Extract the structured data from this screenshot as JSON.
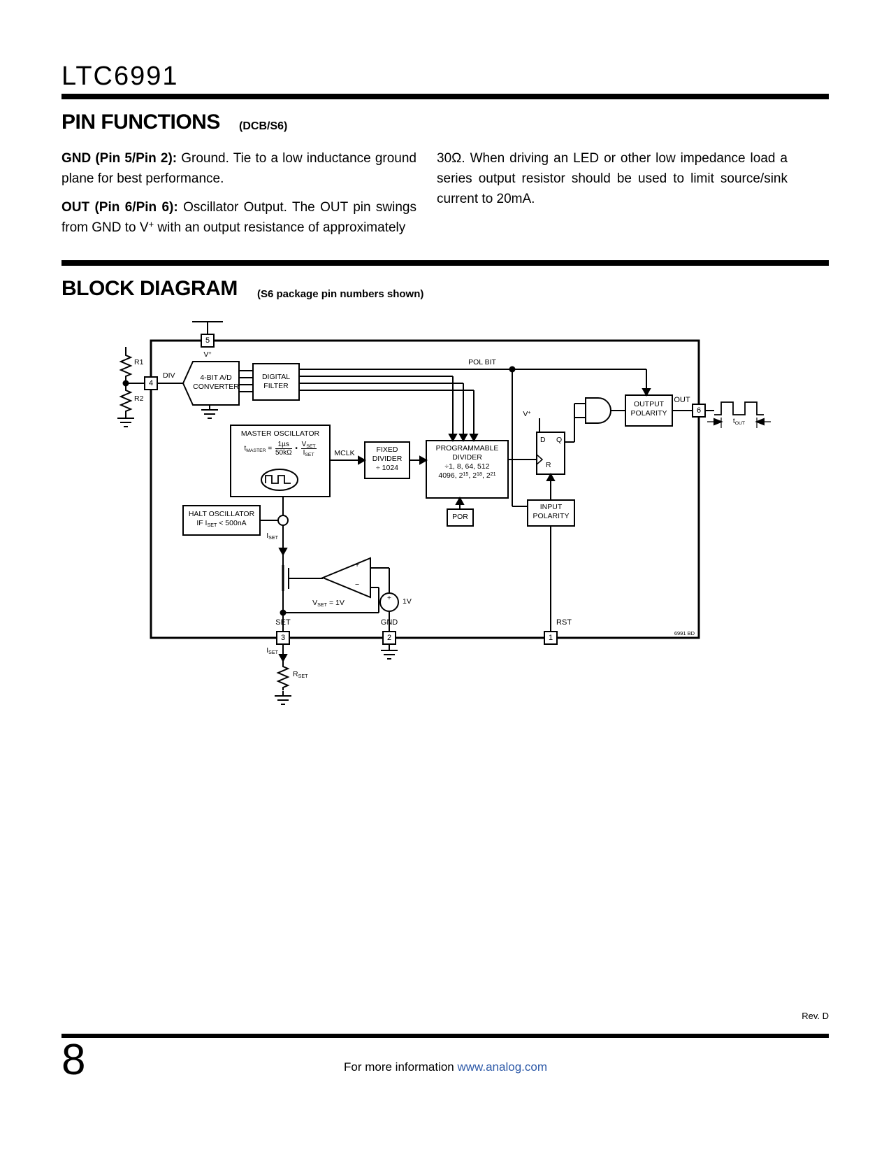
{
  "header": {
    "part": "LTC6991"
  },
  "pin_functions": {
    "title": "PIN FUNCTIONS",
    "pkg": "(DCB/S6)",
    "p1_lead": "GND (Pin 5/Pin 2):",
    "p1_text": " Ground. Tie to a low inductance ground plane for best performance.",
    "p2_lead": "OUT (Pin 6/Pin 6):",
    "p2_text1": " Oscillator Output. The OUT pin swings from GND to V",
    "p2_sup": "+",
    "p2_text2": " with an output resistance of approximately",
    "p3_text": "30Ω. When driving an LED or other low impedance load a series output resistor should be used to limit source/sink current to 20mA."
  },
  "block_diagram": {
    "title": "BLOCK DIAGRAM",
    "subtitle": "(S6 package pin numbers shown)",
    "pins": {
      "p1": "1",
      "p2": "2",
      "p3": "3",
      "p4": "4",
      "p5": "5",
      "p6": "6"
    },
    "vplus_main": "V",
    "vplus_sup": "+",
    "r1": "R1",
    "r2": "R2",
    "div": "DIV",
    "adc1": "4-BIT A/D",
    "adc2": "CONVERTER",
    "filter1": "DIGITAL",
    "filter2": "FILTER",
    "pol_bit": "POL BIT",
    "master_title": "MASTER OSCILLATOR",
    "formula": {
      "t": "t",
      "t_sub": "MASTER",
      "eq": "=",
      "f1_num": "1µs",
      "f1_den": "50kΩ",
      "mult": "•",
      "f2_num": "V",
      "f2_num_sub": "SET",
      "f2_den": "I",
      "f2_den_sub": "SET"
    },
    "mclk": "MCLK",
    "fixed1": "FIXED",
    "fixed2": "DIVIDER",
    "fixed3": "÷ 1024",
    "prog1": "PROGRAMMABLE",
    "prog2": "DIVIDER",
    "prog3": "÷1, 8, 64, 512",
    "prog4a": "4096, 2",
    "prog4b": "15",
    "prog4c": ", 2",
    "prog4d": "18",
    "prog4e": ", 2",
    "prog4f": "21",
    "halt1": "HALT OSCILLATOR",
    "halt2a": "IF I",
    "halt2b": "SET",
    "halt2c": " < 500nA",
    "iset_main": "I",
    "iset_sub": "SET",
    "vset_main": "V",
    "vset_sub": "SET",
    "vset_rest": " = 1V",
    "one_v": "1V",
    "plus": "+",
    "minus": "−",
    "set": "SET",
    "gnd": "GND",
    "rst": "RST",
    "out": "OUT",
    "rset_main": "R",
    "rset_sub": "SET",
    "ff_d": "D",
    "ff_q": "Q",
    "ff_r": "R",
    "inpol1": "INPUT",
    "inpol2": "POLARITY",
    "outpol1": "OUTPUT",
    "outpol2": "POLARITY",
    "por": "POR",
    "tout_main": "t",
    "tout_sub": "OUT",
    "bd_note": "6991 BD"
  },
  "footer": {
    "rev": "Rev. D",
    "page": "8",
    "info": "For more information ",
    "link": "www.analog.com"
  }
}
